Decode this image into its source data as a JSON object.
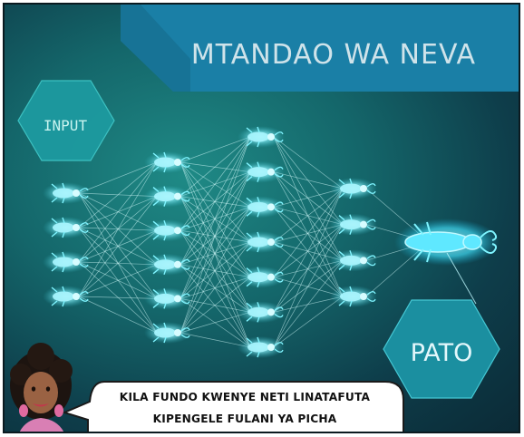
{
  "title": "MTANDAO WA NEVA",
  "input_label": "INPUT",
  "output_label": "PATO",
  "speech_bubble": {
    "line1": "KILA FUNDO KWENYE NETI LINATAFUTA",
    "line2": "KIPENGELE FULANI YA PICHA"
  },
  "network": {
    "layers": [
      4,
      6,
      7,
      4,
      1
    ]
  },
  "colors": {
    "banner": "#1a7fa6",
    "hexagon_fill": "#1d9aa0",
    "node_glow": "#7ff4ff",
    "edge": "#d9ffff",
    "output_node": "#5fe8ff"
  },
  "icons": {
    "node": "bug-node-icon",
    "output": "bug-output-icon",
    "character": "woman-avatar"
  }
}
